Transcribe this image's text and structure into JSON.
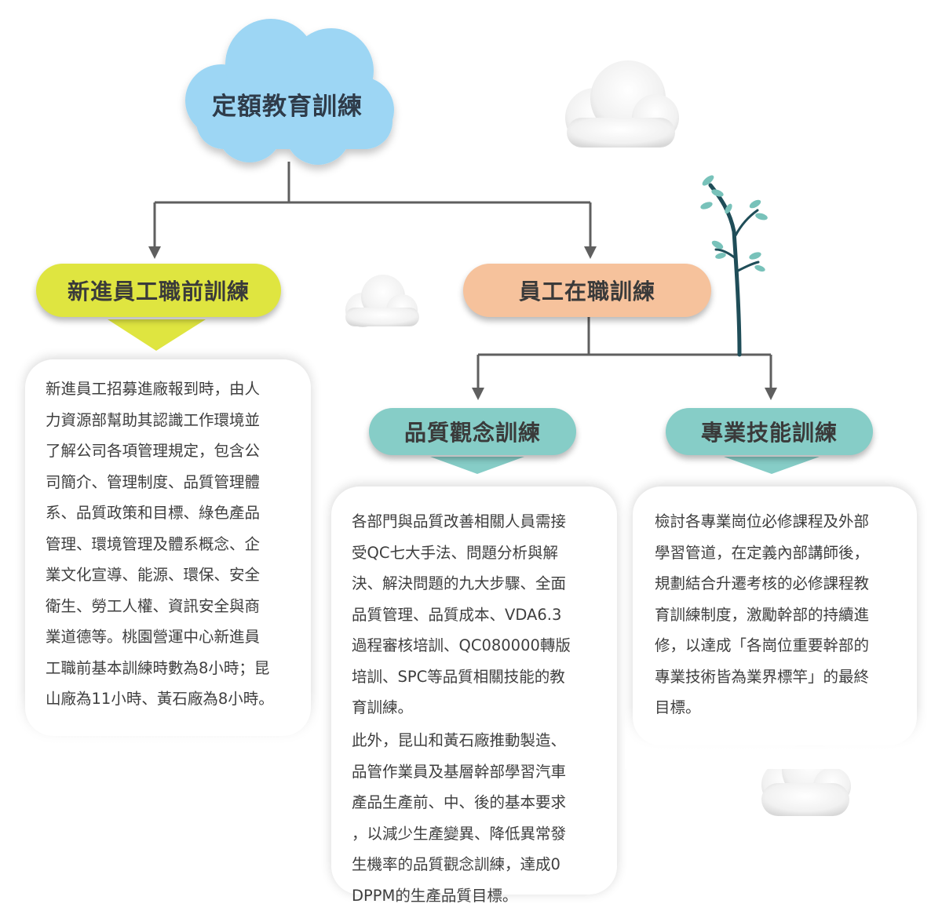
{
  "root": {
    "label": "定額教育訓練"
  },
  "branches": {
    "new_employee": {
      "label": "新進員工職前訓練",
      "lines": [
        "新進員工招募進廠報到時，由人",
        "力資源部幫助其認識工作環境並",
        "了解公司各項管理規定，包含公",
        "司簡介、管理制度、品質管理體",
        "系、品質政策和目標、綠色產品",
        "管理、環境管理及體系概念、企",
        "業文化宣導、能源、環保、安全",
        "衛生、勞工人權、資訊安全與商",
        "業道德等。桃園營運中心新進員",
        "工職前基本訓練時數為8小時；昆",
        "山廠為11小時、黃石廠為8小時。"
      ]
    },
    "on_job": {
      "label": "員工在職訓練",
      "quality": {
        "label": "品質觀念訓練",
        "para1": [
          "各部門與品質改善相關人員需接",
          "受QC七大手法、問題分析與解",
          "決、解決問題的九大步驟、全面",
          "品質管理、品質成本、VDA6.3",
          "過程審核培訓、QC080000轉版",
          "培訓、SPC等品質相關技能的教",
          "育訓練。"
        ],
        "para2": [
          "此外，昆山和黃石廠推動製造、",
          "品管作業員及基層幹部學習汽車",
          "產品生產前、中、後的基本要求",
          "，以減少生產變異、降低異常發",
          "生機率的品質觀念訓練，達成0",
          "DPPM的生產品質目標。"
        ]
      },
      "professional": {
        "label": "專業技能訓練",
        "lines": [
          "檢討各專業崗位必修課程及外部",
          "學習管道，在定義內部講師後，",
          "規劃結合升遷考核的必修課程教",
          "育訓練制度，激勵幹部的持續進",
          "修，以達成「各崗位重要幹部的",
          "專業技術皆為業界標竿」的最終",
          "目標。"
        ]
      }
    }
  },
  "colors": {
    "root_cloud": "#9dd6f4",
    "green_pill": "#dfe540",
    "orange_pill": "#f6c29c",
    "teal_pill": "#86cdc7",
    "connector": "#5f5f5f",
    "tree_trunk": "#1f4d58",
    "tree_leaf": "#78c2ba"
  }
}
